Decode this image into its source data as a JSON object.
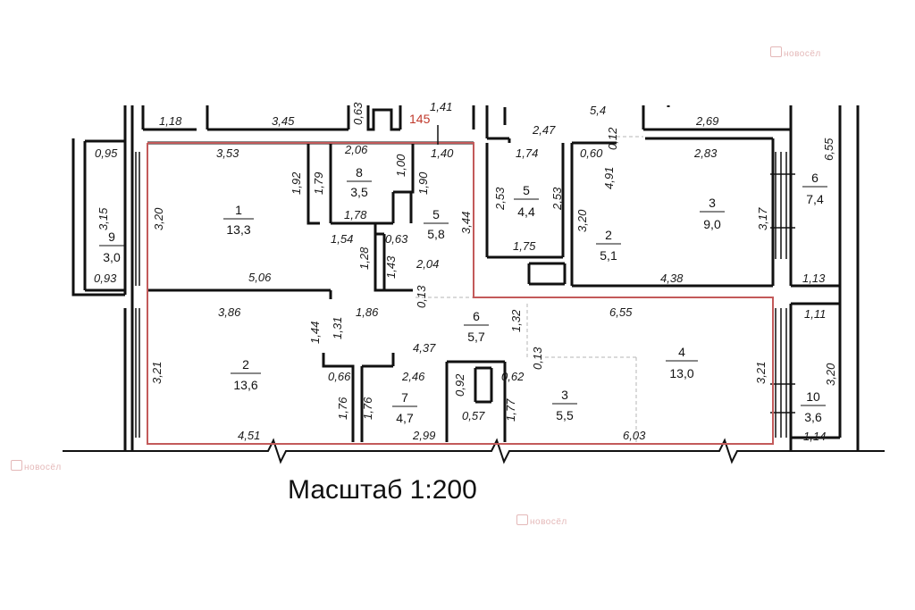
{
  "watermark": "новосёл",
  "scale_label": "Масштаб 1:200",
  "marker": "145",
  "rooms": {
    "r1": {
      "num": "1",
      "area": "13,3"
    },
    "r2": {
      "num": "2",
      "area": "13,6"
    },
    "r5": {
      "num": "5",
      "area": "5,8"
    },
    "r6": {
      "num": "6",
      "area": "5,7"
    },
    "r7": {
      "num": "7",
      "area": "4,7"
    },
    "r8": {
      "num": "8",
      "area": "3,5"
    },
    "r3b": {
      "num": "3",
      "area": "5,5"
    },
    "r4": {
      "num": "4",
      "area": "13,0"
    },
    "n5": {
      "num": "5",
      "area": "4,4"
    },
    "n2": {
      "num": "2",
      "area": "5,1"
    },
    "n3": {
      "num": "3",
      "area": "9,0"
    },
    "n6": {
      "num": "6",
      "area": "7,4"
    },
    "n9": {
      "num": "9",
      "area": "3,0"
    },
    "n10": {
      "num": "10",
      "area": "3,6"
    }
  },
  "dims": {
    "d118": "1,18",
    "d345": "3,45",
    "d063t": "0,63",
    "d141": "1,41",
    "d54": "5,4",
    "d269": "2,69",
    "d655r": "6,55",
    "d247": "2,47",
    "d012": "0,12",
    "d095": "0,95",
    "d353": "3,53",
    "d206": "2,06",
    "d140": "1,40",
    "d174": "1,74",
    "d060": "0,60",
    "d283": "2,83",
    "d315": "3,15",
    "d320a": "3,20",
    "d192": "1,92",
    "d179": "1,79",
    "d100": "1,00",
    "d190": "1,90",
    "d491": "4,91",
    "d253a": "2,53",
    "d253b": "2,53",
    "d344": "3,44",
    "d178": "1,78",
    "d320b": "3,20",
    "d317": "3,17",
    "d154": "1,54",
    "d063": "0,63",
    "d128": "1,28",
    "d143": "1,43",
    "d204": "2,04",
    "d175": "1,75",
    "d093": "0,93",
    "d506": "5,06",
    "d013a": "0,13",
    "d438": "4,38",
    "d113": "1,13",
    "d386": "3,86",
    "d186": "1,86",
    "d144": "1,44",
    "d131": "1,31",
    "d132": "1,32",
    "d655": "6,55",
    "d111": "1,11",
    "d437": "4,37",
    "d013b": "0,13",
    "d321a": "3,21",
    "d066": "0,66",
    "d246": "2,46",
    "d092": "0,92",
    "d062": "0,62",
    "d321b": "3,21",
    "d320c": "3,20",
    "d176a": "1,76",
    "d176b": "1,76",
    "d177": "1,77",
    "d057": "0,57",
    "d451": "4,51",
    "d299": "2,99",
    "d603": "6,03",
    "d114": "1,14"
  }
}
